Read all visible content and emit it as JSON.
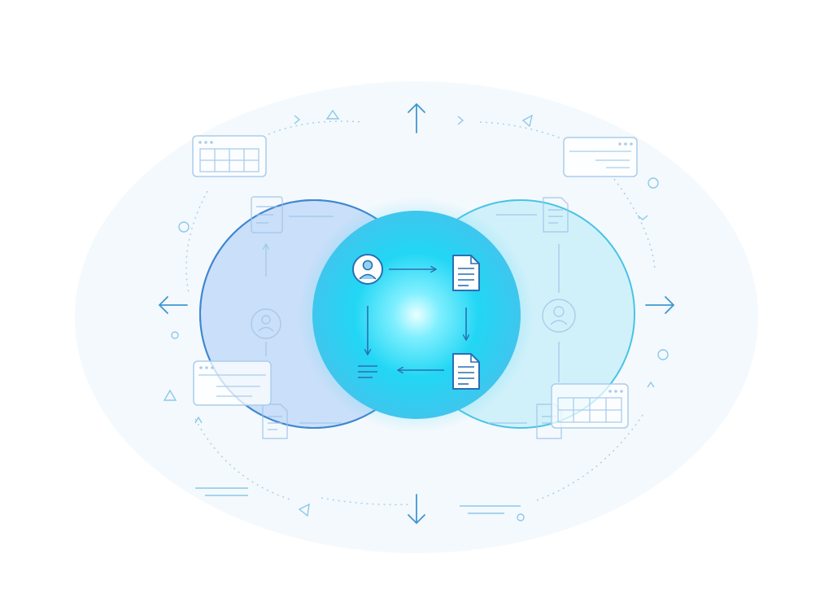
{
  "diagram": {
    "type": "venn-workflow",
    "circles": [
      "left-set",
      "right-set"
    ],
    "center_flow": [
      "user",
      "document",
      "document",
      "list"
    ],
    "direction_arrows": [
      "up",
      "down",
      "left",
      "right"
    ],
    "colors": {
      "left_fill": "#c2daf8",
      "left_stroke": "#3f86d0",
      "right_fill": "#c6edf8",
      "right_stroke": "#49c4e6",
      "glow": "#22d6f4",
      "icon_stroke": "#2a6fb2",
      "faint": "#b6d3f0",
      "accent": "#6cc3e8"
    }
  },
  "icons": {
    "center_user": "user-circle-icon",
    "center_doc_top": "document-icon",
    "center_doc_bottom": "document-icon",
    "center_list": "list-icon"
  }
}
